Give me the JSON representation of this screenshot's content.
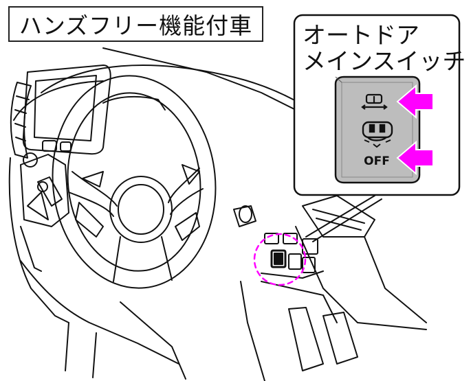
{
  "title": "ハンズフリー機能付車",
  "callout": {
    "line1": "オートドア",
    "line2": "メインスイッチ"
  },
  "switch_panel": {
    "off_label": "OFF",
    "arrow_color": "#ff00ff",
    "indicator_circle_color": "#ff00ff",
    "icons": [
      "door-open-close-icon",
      "hands-free-door-icon"
    ]
  }
}
